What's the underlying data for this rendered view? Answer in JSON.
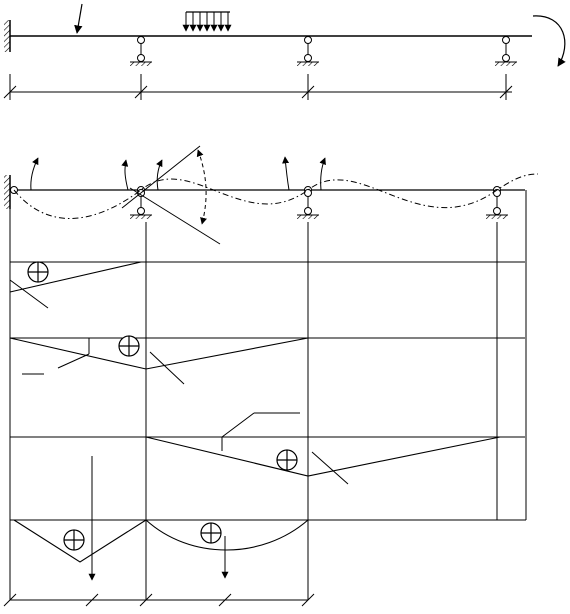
{
  "diagram": {
    "description_labels": [],
    "colors": {
      "line": "#000000",
      "background": "#ffffff"
    },
    "icons": {
      "plus_sign": "circle-plus-icon",
      "fixed_support": "wall-hatch-icon",
      "roller_support": "roller-support-icon",
      "hinge": "hinge-icon",
      "moment": "curved-arrow-icon",
      "force": "down-arrow-icon"
    },
    "plus_markers": [
      "plus-1",
      "plus-2",
      "plus-3",
      "plus-4",
      "plus-5",
      "plus-6"
    ],
    "beam_load_case": {
      "has_point_load": true,
      "has_distributed_load": true,
      "has_end_moment": true,
      "support_count": 3
    }
  }
}
